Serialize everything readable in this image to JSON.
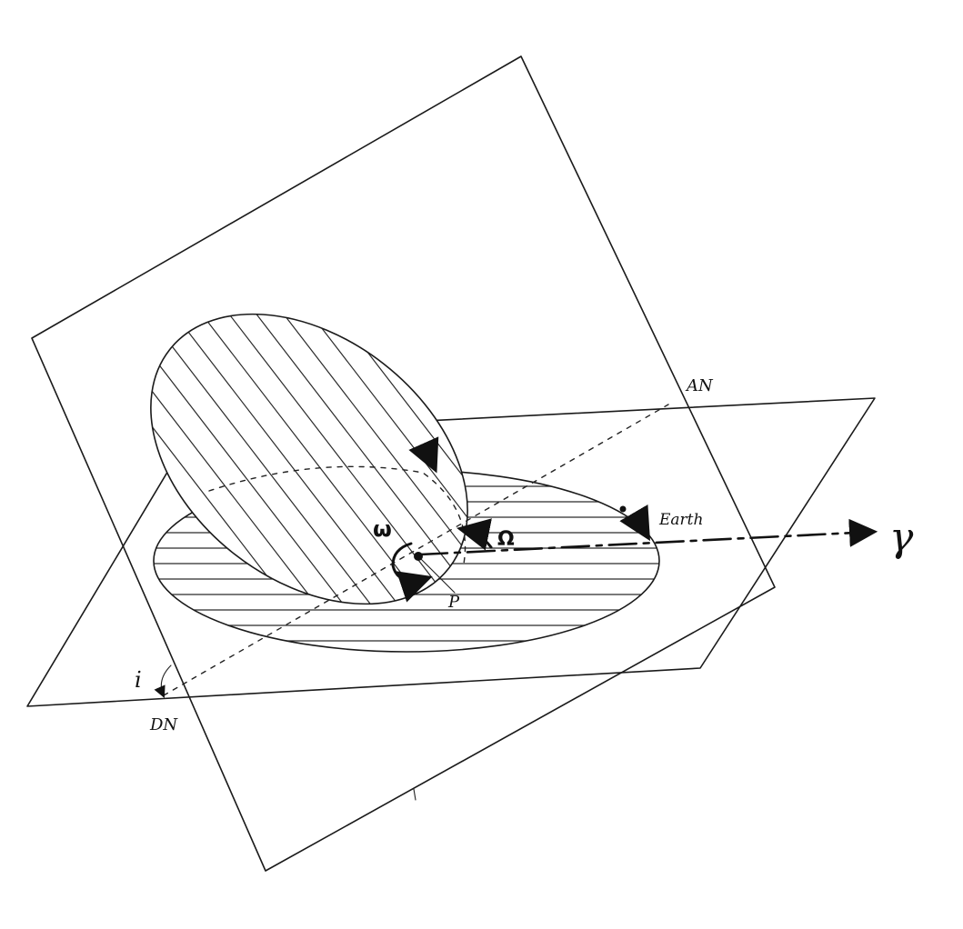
{
  "labels": {
    "ascending_node": "AN",
    "descending_node": "DN",
    "earth": "Earth",
    "argument_of_perihelion": "ω",
    "longitude_of_node": "Ω",
    "inclination": "i",
    "perihelion": "P",
    "vernal_equinox": "γ"
  },
  "colors": {
    "ink": "#1a1a1a",
    "paper": "#ffffff"
  }
}
